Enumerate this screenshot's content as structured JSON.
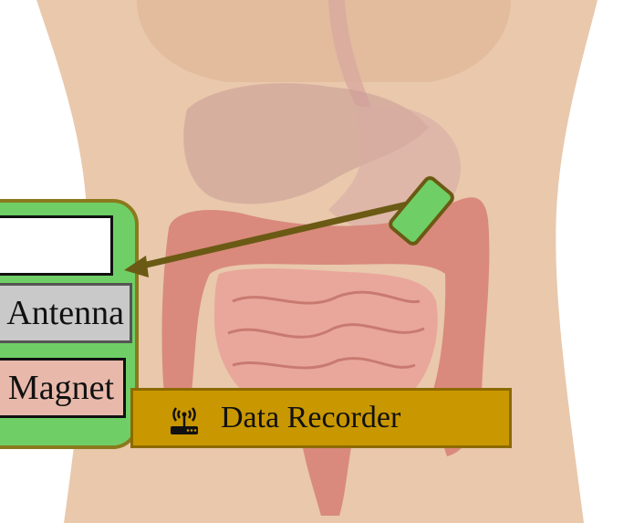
{
  "diagram": {
    "components": {
      "antenna": "Antenna",
      "magnet": "Magnet",
      "data_recorder": "Data Recorder"
    },
    "icons": {
      "recorder_icon": "wireless-router-icon",
      "capsule_icon": "capsule-device-icon"
    },
    "colors": {
      "panel_green": "#6fcf66",
      "panel_border": "#8a7a1c",
      "antenna_fill": "#c9c9c9",
      "magnet_fill": "#e8b9ab",
      "recorder_fill": "#c99700",
      "capsule_fill": "#6fcf66",
      "arrow": "#6b5a14"
    }
  }
}
